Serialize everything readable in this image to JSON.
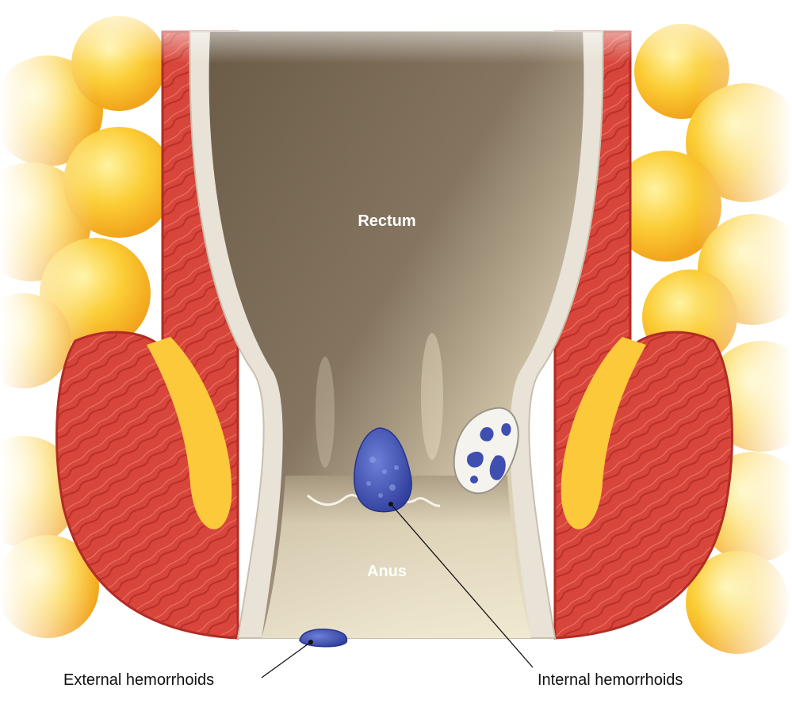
{
  "labels": {
    "rectum": "Rectum",
    "anus": "Anus",
    "external": "External hemorrhoids",
    "internal": "Internal hemorrhoids"
  },
  "colors": {
    "fat": "#f9c431",
    "muscle": "#d8453a",
    "lining": "#e9e2d6",
    "lumen_dark": "#6e604c",
    "lumen_light": "#efe6cc",
    "hemorrhoid": "#3f4fb0"
  }
}
